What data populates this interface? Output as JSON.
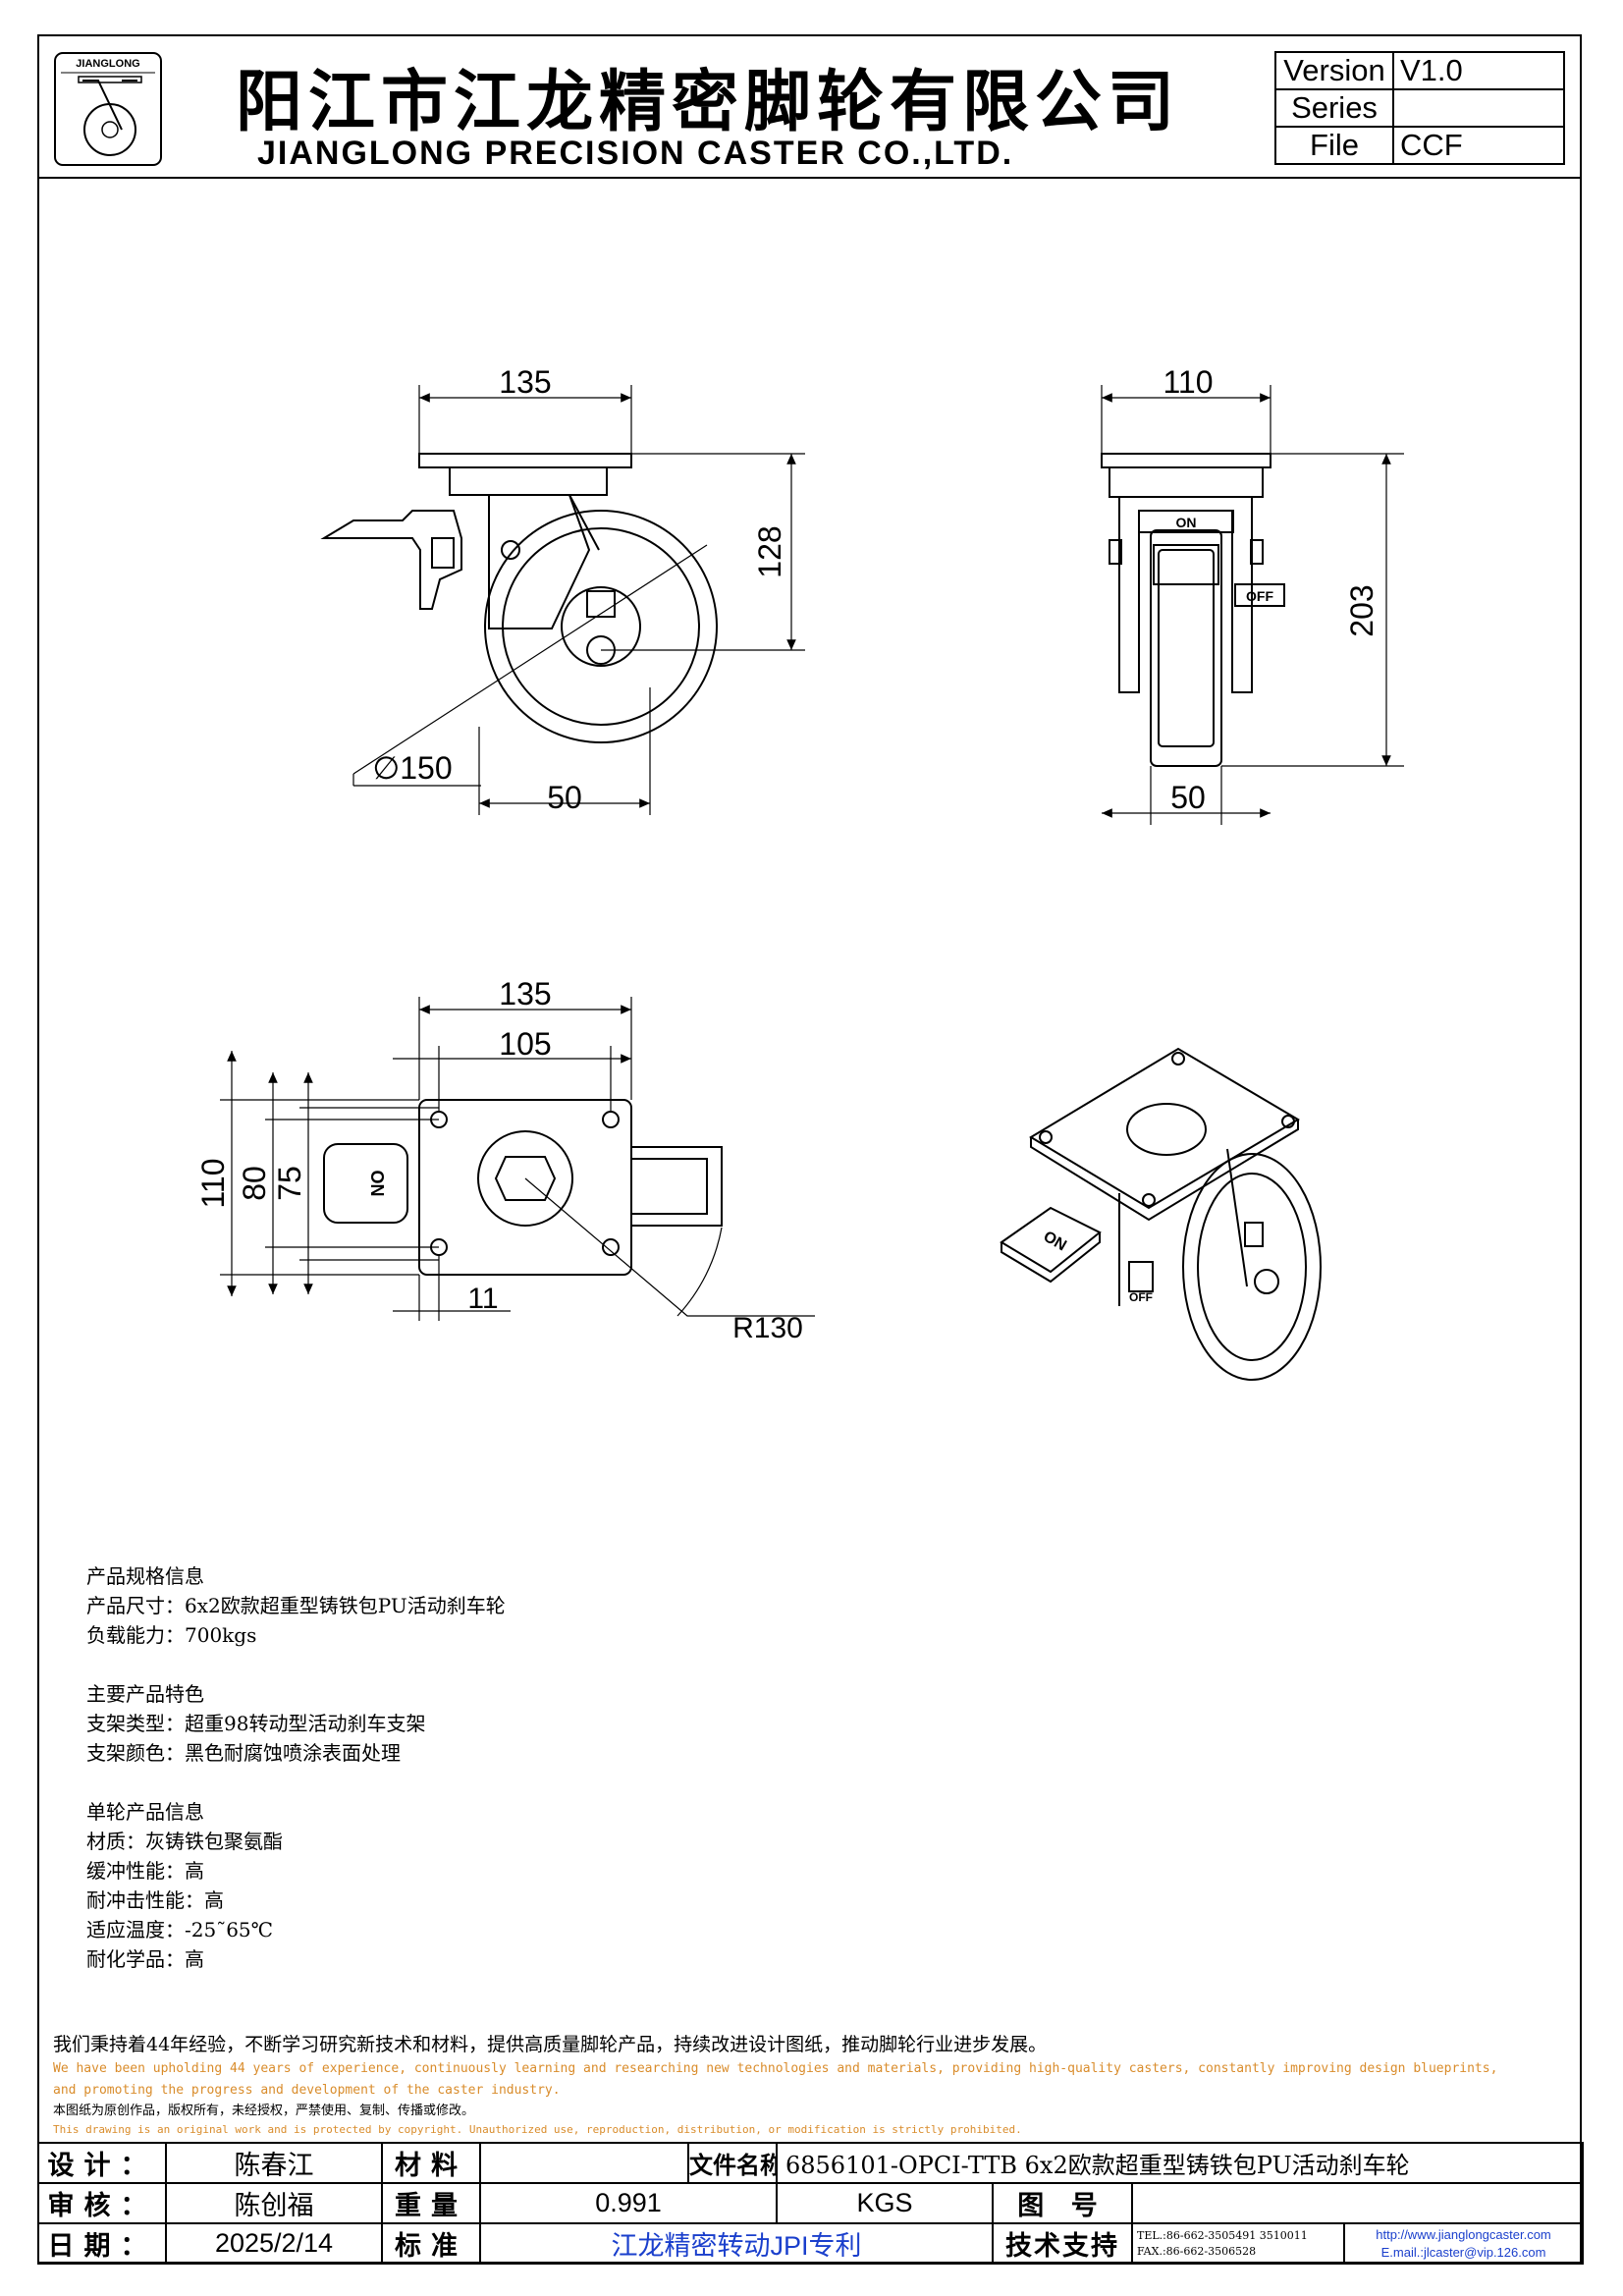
{
  "header": {
    "logo_text": "JIANGLONG",
    "title_cn": "阳江市江龙精密脚轮有限公司",
    "title_en": "JIANGLONG PRECISION CASTER CO.,LTD."
  },
  "version_table": {
    "version_label": "Version",
    "version_value": "V1.0",
    "series_label": "Series",
    "series_value": "",
    "file_label": "File",
    "file_value": "CCF"
  },
  "drawing": {
    "side_view": {
      "dim_top": "135",
      "dim_height": "128",
      "dim_diameter": "∅150",
      "dim_width": "50"
    },
    "front_view": {
      "dim_top": "110",
      "dim_height": "203",
      "dim_width": "50",
      "label_on": "ON",
      "label_off": "OFF"
    },
    "top_view": {
      "dim_135": "135",
      "dim_105": "105",
      "dim_110": "110",
      "dim_80": "80",
      "dim_75": "75",
      "dim_11": "11",
      "dim_radius": "R130",
      "label_on": "ON"
    },
    "iso_view": {
      "label_on": "ON",
      "label_off": "OFF"
    }
  },
  "spec": {
    "section1_title": "产品规格信息",
    "size": "产品尺寸：6x2欧款超重型铸铁包PU活动刹车轮",
    "load": "负载能力：700kgs",
    "section2_title": "主要产品特色",
    "bracket_type": "支架类型：超重98转动型活动刹车支架",
    "bracket_color": "支架颜色：黑色耐腐蚀喷涂表面处理",
    "section3_title": "单轮产品信息",
    "material": "材质：灰铸铁包聚氨酯",
    "cushion": "缓冲性能：高",
    "impact": "耐冲击性能：高",
    "temperature": "适应温度：-25˜65℃",
    "chemical": "耐化学品：高"
  },
  "notes": {
    "commitment_cn": "我们秉持着44年经验，不断学习研究新技术和材料，提供高质量脚轮产品，持续改进设计图纸，推动脚轮行业进步发展。",
    "commitment_en_1": "We have been upholding 44 years of experience, continuously learning and researching new technologies and materials, providing high-quality casters, constantly improving design blueprints,",
    "commitment_en_2": "and promoting the progress and development of the caster industry.",
    "copyright_cn": "本图纸为原创作品，版权所有，未经授权，严禁使用、复制、传播或修改。",
    "copyright_en": "This drawing is an original work and is protected by copyright. Unauthorized use, reproduction, distribution, or modification is strictly prohibited."
  },
  "title_block": {
    "design_label": "设计：",
    "designer": "陈春江",
    "material_label": "材料",
    "material_value": "",
    "filename_label": "文件名称",
    "filename_value": "6856101-OPCI-TTB 6x2欧款超重型铸铁包PU活动刹车轮",
    "review_label": "审核：",
    "reviewer": "陈创福",
    "weight_label": "重量",
    "weight_value": "0.991",
    "weight_unit": "KGS",
    "drawing_no_label": "图 号",
    "drawing_no_value": "",
    "date_label": "日期：",
    "date_value": "2025/2/14",
    "standard_label": "标准",
    "standard_value": "江龙精密转动JPI专利",
    "tech_support_label": "技术支持",
    "tel": "TEL.:86-662-3505491 3510011",
    "fax": "FAX.:86-662-3506528",
    "website": "http://www.jianglongcaster.com",
    "email": "E.mail.:jlcaster@vip.126.com"
  }
}
